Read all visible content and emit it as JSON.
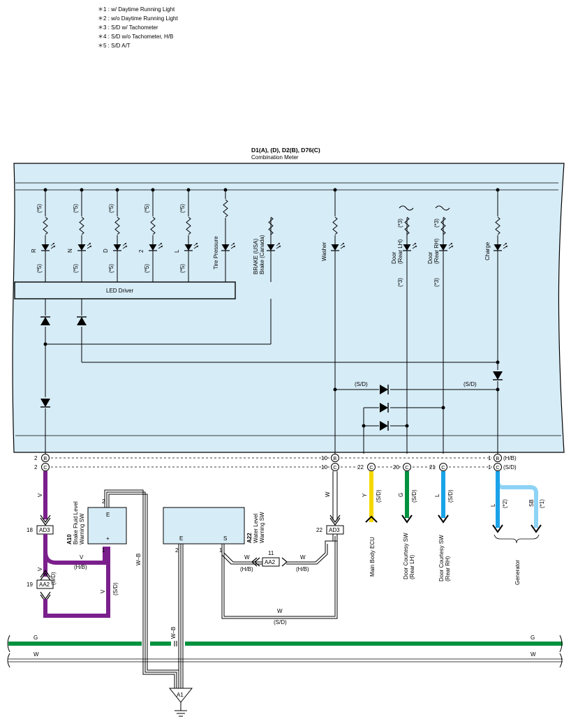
{
  "notes": [
    "＊1 : w/ Daytime Running Light",
    "＊2 : w/o Daytime Running Light",
    "＊3 : S/D w/ Tachometer",
    "＊4 : S/D w/o Tachometer,  H/B",
    "＊5 : S/D A/T"
  ],
  "meter": {
    "code": "D1(A), (D), D2(B), D76(C)",
    "name": "Combination Meter",
    "led_driver": "LED Driver",
    "indicators": [
      {
        "label": "R",
        "cond_top": "(*5)",
        "cond_bottom": "(*5)"
      },
      {
        "label": "N",
        "cond_top": "(*5)",
        "cond_bottom": "(*5)"
      },
      {
        "label": "D",
        "cond_top": "(*5)",
        "cond_bottom": "(*5)"
      },
      {
        "label": "2",
        "cond_top": "(*5)",
        "cond_bottom": "(*5)"
      },
      {
        "label": "L",
        "cond_top": "(*5)",
        "cond_bottom": "(*5)"
      },
      {
        "label": "Tire Pressure"
      },
      {
        "label1": "BRAKE (USA)",
        "label2": "Brake (Canada)"
      },
      {
        "label": "Washer"
      },
      {
        "label1": "Door",
        "label2": "(Rear LH)",
        "cond_top": "(*3)",
        "cond_bottom": "(*3)"
      },
      {
        "label1": "Door",
        "label2": "(Rear RH)",
        "cond_top": "(*3)",
        "cond_bottom": "(*3)"
      },
      {
        "label": "Charge"
      }
    ],
    "diode_cond": "(S/D)"
  },
  "pins": {
    "left": [
      {
        "num": "2",
        "conn": "B"
      },
      {
        "num": "2",
        "conn": "C"
      }
    ],
    "washer": [
      {
        "num": "10",
        "conn": "B"
      },
      {
        "num": "10",
        "conn": "C"
      }
    ],
    "main_body": {
      "num": "22",
      "conn": "C"
    },
    "door_lh": {
      "num": "20",
      "conn": "C"
    },
    "door_rh": {
      "num": "21",
      "conn": "C"
    },
    "charge": [
      {
        "num": "1",
        "conn": "B",
        "cond": "(H/B)"
      },
      {
        "num": "1",
        "conn": "C",
        "cond": "(S/D)"
      }
    ]
  },
  "wires": {
    "v": "V",
    "w": "W",
    "y": "Y",
    "g": "G",
    "l": "L",
    "sb": "SB",
    "wb": "W–B",
    "sd": "(S/D)",
    "hb": "(H/B)",
    "star1": "(*1)",
    "star2": "(*2)"
  },
  "connectors": {
    "ad3": "AD3",
    "aa2": "AA2",
    "pin18": "18",
    "pin19": "19",
    "pin22": "22",
    "pin11": "11",
    "pin1": "1",
    "pin2": "2"
  },
  "components": {
    "a10": {
      "code": "A10",
      "name1": "Brake Fluid Level",
      "name2": "Warning SW",
      "pin_e": "E",
      "pin_plus": "+",
      "pin_top": "2",
      "pin_bottom": "1"
    },
    "a22": {
      "code": "A22",
      "name1": "Water Level",
      "name2": "Warning SW",
      "pin_e": "E",
      "pin_s": "S",
      "pin_e_num": "2",
      "pin_s_num": "1"
    },
    "ground": {
      "code": "A1"
    }
  },
  "destinations": {
    "main_body": "Main Body ECU",
    "door_lh1": "Door Courtesy SW",
    "door_lh2": "(Rear LH)",
    "door_rh1": "Door Courtesy SW",
    "door_rh2": "(Rear RH)",
    "generator": "Generator"
  },
  "bus": {
    "g": "G",
    "w": "W"
  },
  "colors": {
    "meter_fill": "#d6ecf7",
    "violet": "#7b1f8c",
    "yellow": "#f5d800",
    "green": "#00923f",
    "blue": "#1aa3e8",
    "light_blue": "#8dd3f5"
  }
}
